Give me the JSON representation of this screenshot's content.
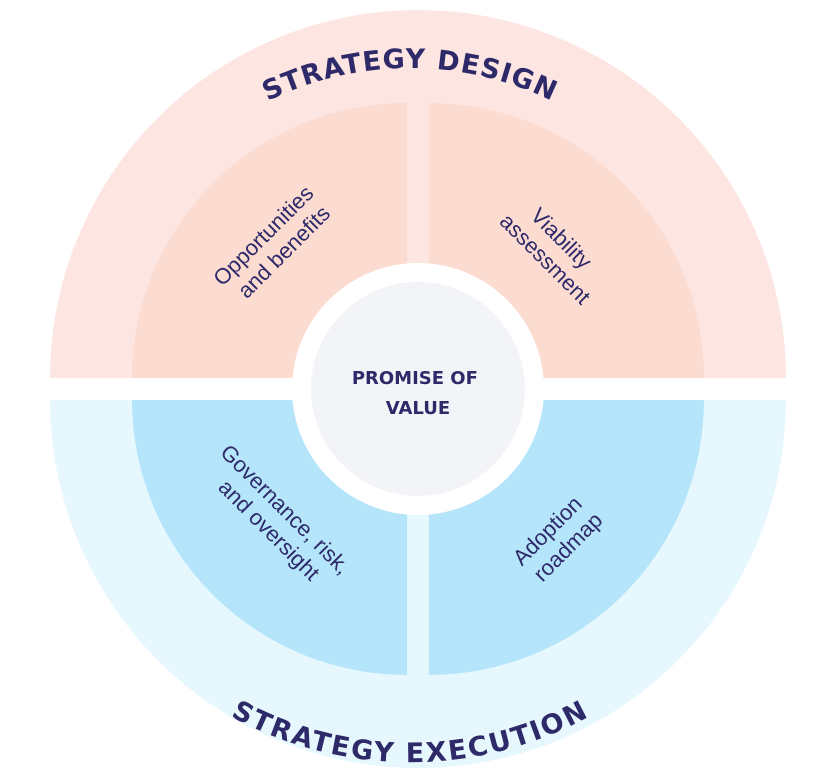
{
  "colors": {
    "outer_top": "#fde6e1",
    "outer_bottom": "#e6f7fd",
    "inner_top": "#fcdcd0",
    "inner_bottom": "#b5e5fa",
    "center_ring": "#ffffff",
    "center_fill": "#f3f4f7",
    "text": "#2e2a6a"
  },
  "outer": {
    "top_label": "STRATEGY DESIGN",
    "bottom_label": "STRATEGY EXECUTION"
  },
  "quadrants": {
    "top_left": {
      "lines": [
        "Opportunities",
        "and benefits"
      ]
    },
    "top_right": {
      "lines": [
        "Viability",
        "assessment"
      ]
    },
    "bottom_left": {
      "lines": [
        "Governance, risk,",
        "and oversight"
      ]
    },
    "bottom_right": {
      "lines": [
        "Adoption",
        "roadmap"
      ]
    }
  },
  "center": {
    "lines": [
      "PROMISE OF",
      "VALUE"
    ]
  }
}
